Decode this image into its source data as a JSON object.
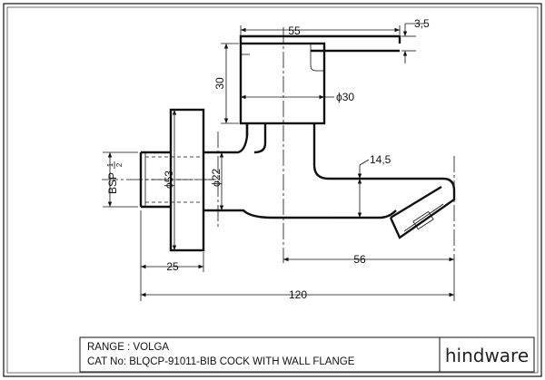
{
  "dimensions": {
    "top_width": "55",
    "lever_offset": "3,5",
    "handle_height": "30",
    "body_diameter": "ϕ30",
    "spout_height": "14,5",
    "flange_diameter": "ϕ53",
    "pipe_diameter": "ϕ22",
    "thread_size": "BSP",
    "thread_fraction_num": "1",
    "thread_fraction_den": "2",
    "thread_length": "25",
    "spout_reach": "56",
    "overall_length": "120"
  },
  "title_block": {
    "range_line": "RANGE : VOLGA",
    "cat_line": "CAT No: BLQCP-91011-BIB COCK WITH WALL FLANGE",
    "brand": "hindware"
  }
}
